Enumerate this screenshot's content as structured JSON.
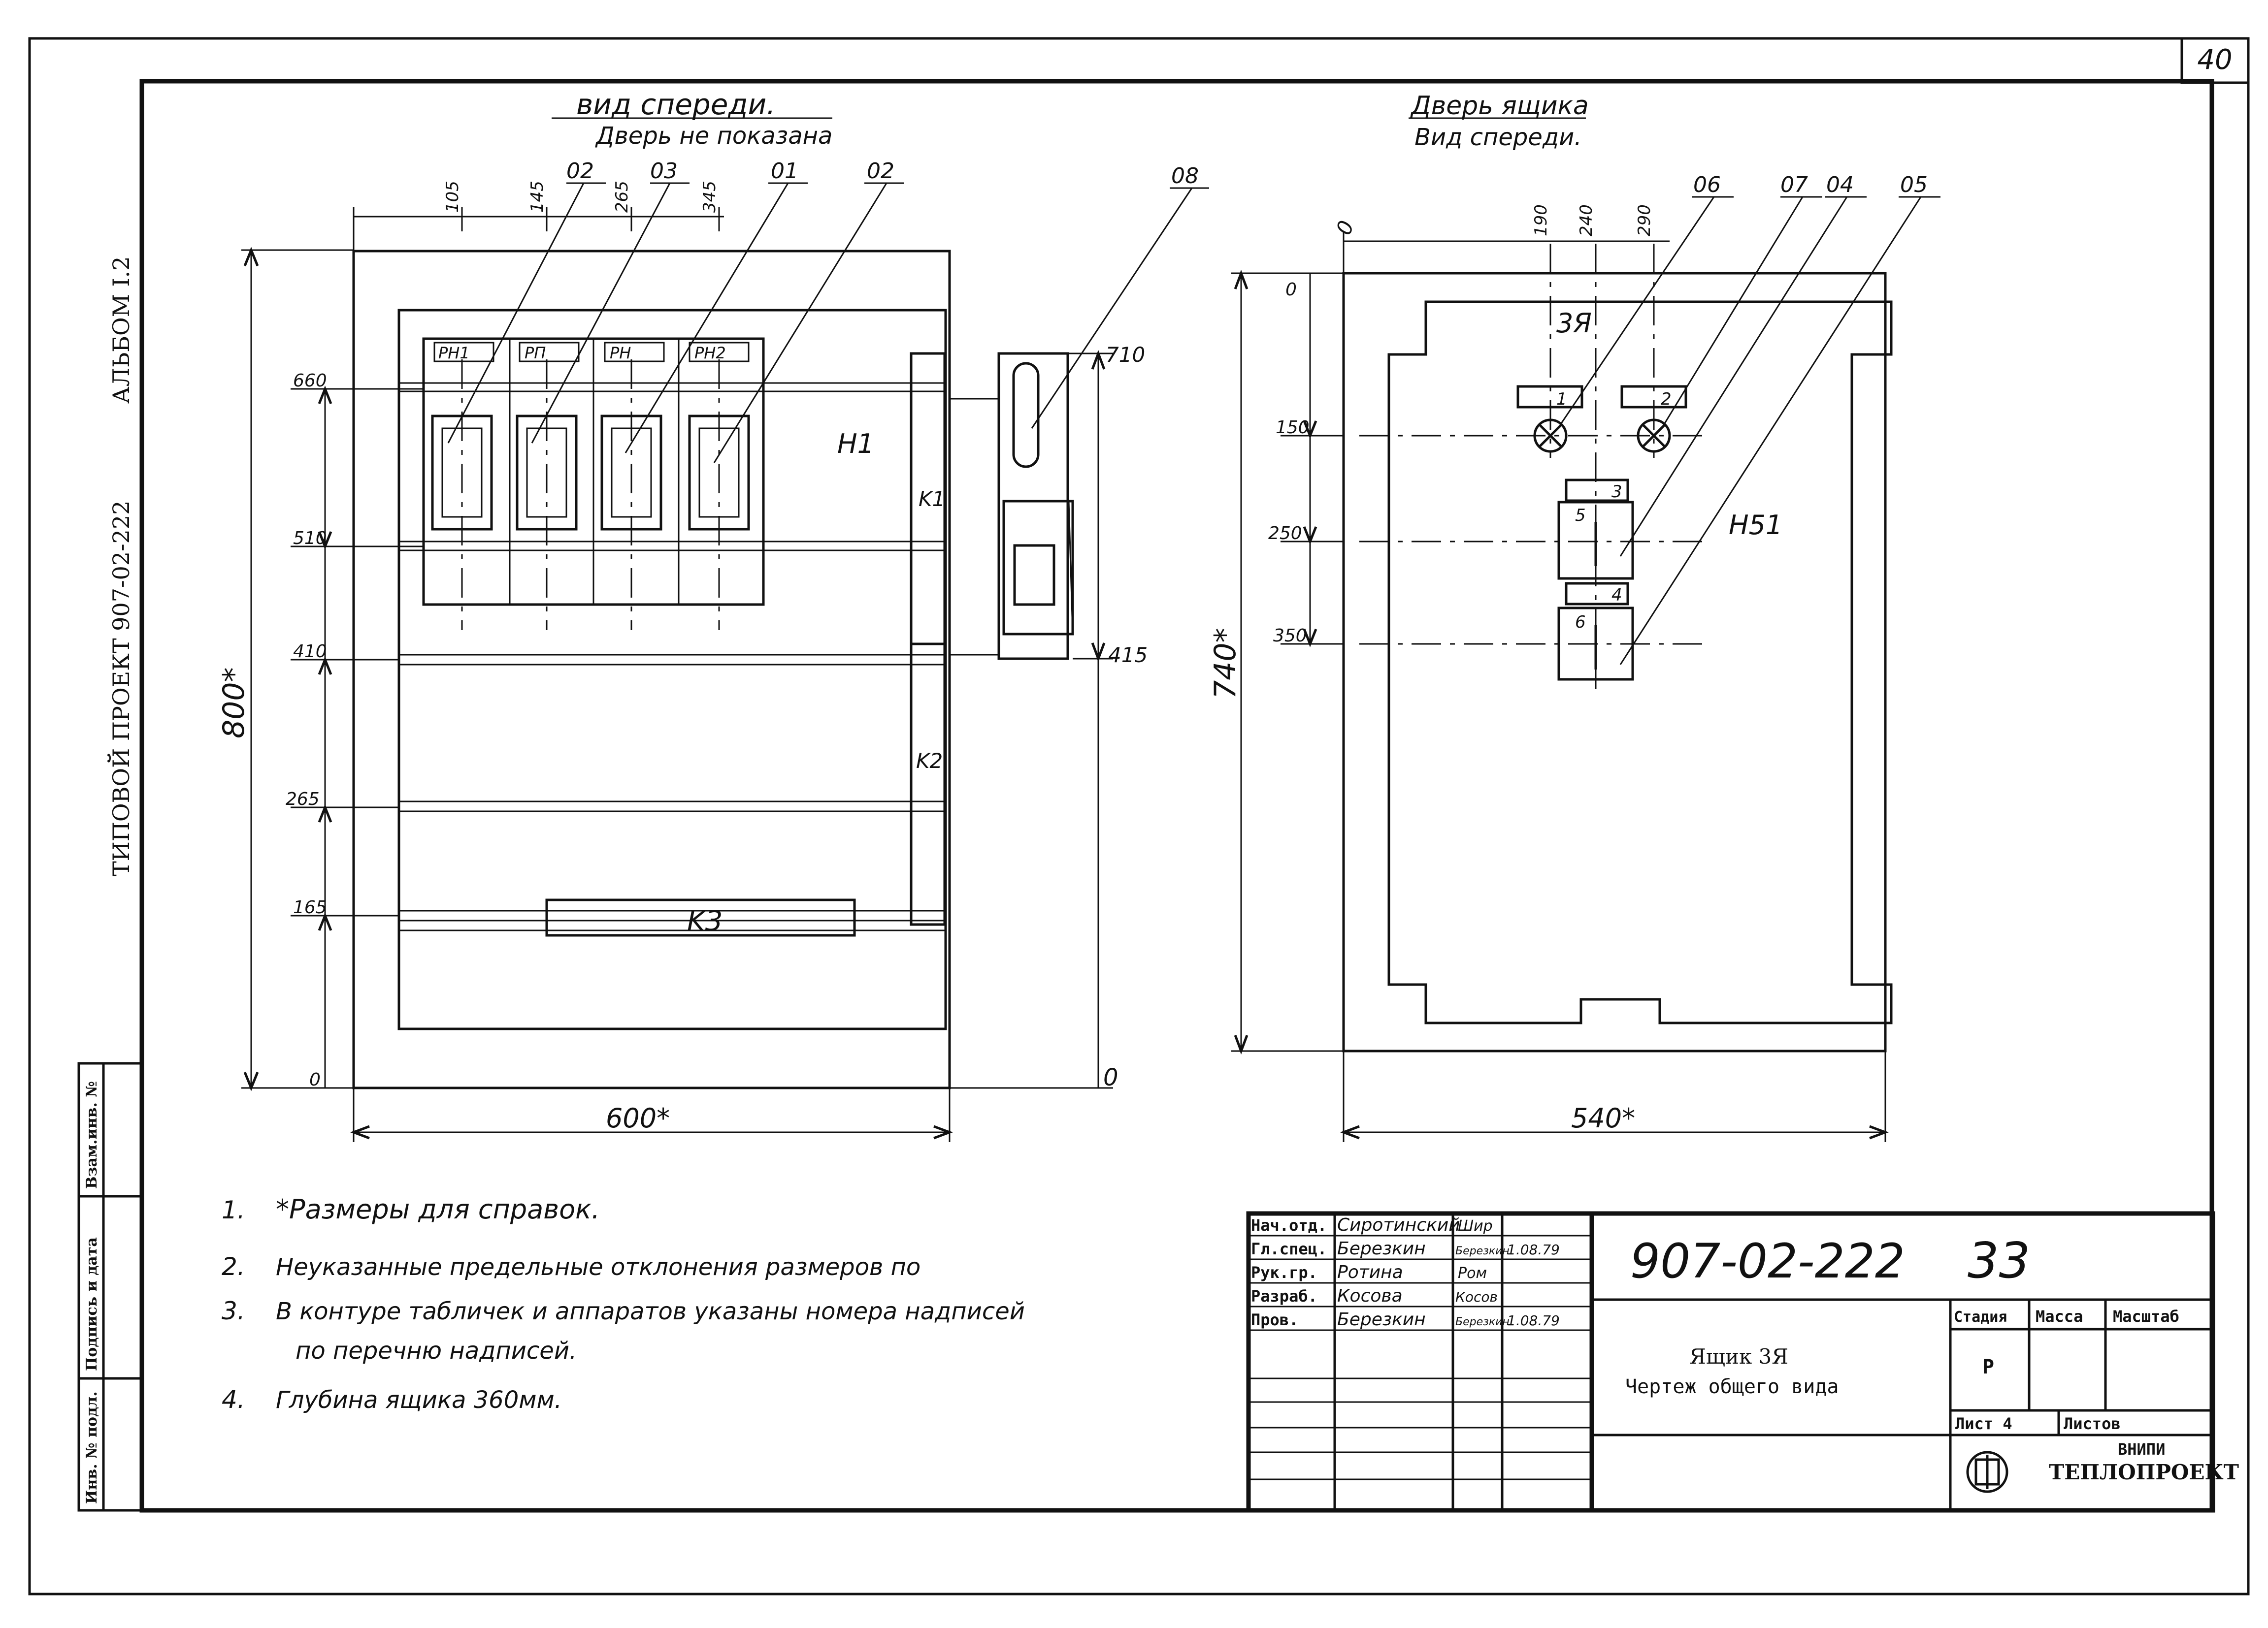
{
  "page_number": "40",
  "side_album": "АЛЬБОМ I.2",
  "side_project": "ТИПОВОЙ ПРОЕКТ 907-02-222",
  "stamp_columns": [
    "Инв. № подл.",
    "Подпись и дата",
    "Взам.инв. №"
  ],
  "front_view": {
    "title": "вид спереди.",
    "subtitle": "Дверь не показана",
    "top_dims": [
      "105",
      "145",
      "265",
      "345"
    ],
    "callouts": [
      "02",
      "03",
      "01",
      "02",
      "08"
    ],
    "left_levels": [
      "660",
      "510",
      "410",
      "265",
      "165",
      "0"
    ],
    "right_levels": [
      "710",
      "415",
      "0"
    ],
    "device_tags": [
      "PH1",
      "PП",
      "PH",
      "PH2"
    ],
    "labels": {
      "h1": "H1",
      "k1": "K1",
      "k2": "K2",
      "k3": "K3"
    },
    "height_dim": "800*",
    "width_dim": "600*"
  },
  "door_view": {
    "title": "Дверь ящика",
    "subtitle": "Вид спереди.",
    "top_zero": "0",
    "top_dims": [
      "190",
      "240",
      "290"
    ],
    "callouts": [
      "06",
      "07",
      "04",
      "05"
    ],
    "left_levels": [
      "0",
      "150",
      "250",
      "350"
    ],
    "box_label": "3Я",
    "plate_numbers": [
      "1",
      "2",
      "3",
      "4",
      "5",
      "6"
    ],
    "h51": "H51",
    "height_dim": "740*",
    "width_dim": "540*"
  },
  "notes": [
    {
      "num": "1.",
      "text": "*Размеры для справок."
    },
    {
      "num": "2.",
      "text": "Неуказанные предельные отклонения размеров по"
    },
    {
      "num": "3.",
      "text": "В контуре табличек и аппаратов указаны номера надписей"
    },
    {
      "num": "",
      "text": "по перечню надписей."
    },
    {
      "num": "4.",
      "text": "Глубина ящика 360мм."
    }
  ],
  "title_block": {
    "designation": "907-02-222",
    "sheet_code": "33",
    "rows": [
      {
        "role": "Нач.отд.",
        "name": "Сиротинский",
        "date": ""
      },
      {
        "role": "Гл.спец.",
        "name": "Березкин",
        "date": "1.08.79"
      },
      {
        "role": "Рук.гр.",
        "name": "Ротина",
        "date": ""
      },
      {
        "role": "Разраб.",
        "name": "Косова",
        "date": ""
      },
      {
        "role": "Пров.",
        "name": "Березкин",
        "date": "1.08.79"
      }
    ],
    "signatures": [
      "Шир",
      "Березкин",
      "Ром",
      "Косов",
      "Березкин"
    ],
    "item_name": "Ящик 3Я",
    "item_desc": "Чертеж общего вида",
    "col_stage": "Стадия",
    "col_mass": "Масса",
    "col_scale": "Масштаб",
    "stage_value": "Р",
    "sheet_label": "Лист 4",
    "sheets_label": "Листов",
    "org_line1": "ВНИПИ",
    "org_line2": "ТЕПЛОПРОЕКТ"
  }
}
